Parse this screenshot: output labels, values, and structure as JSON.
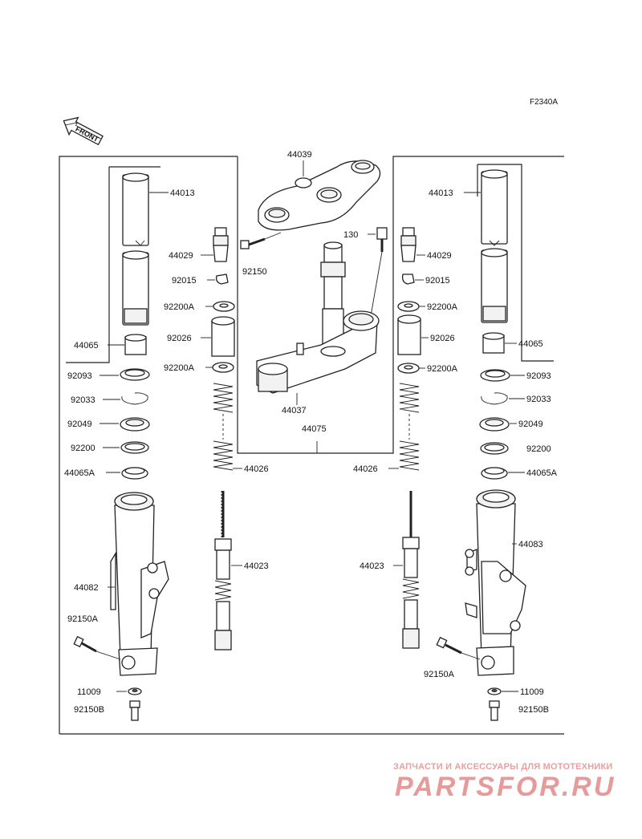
{
  "figure_code": "F2340A",
  "front_badge": "FRONT",
  "parts": {
    "upper_bracket": "44039",
    "bolt_130": "130",
    "steering_stem": "44037",
    "stem_assy": "44075",
    "left": {
      "inner_tube": "44013",
      "bushing_upper": "44065",
      "bolt_top": "44029",
      "clip": "92015",
      "washer_a_top": "92200A",
      "collar": "92026",
      "washer_a_bottom": "92200A",
      "spring": "44026",
      "seal_93": "92093",
      "circlip": "92033",
      "oil_seal": "92049",
      "washer": "92200",
      "bushing_lower": "44065A",
      "outer_tube": "44082",
      "bolt_150a": "92150A",
      "damper_rod": "44023",
      "gasket": "11009",
      "bolt_150b": "92150B",
      "pinch_bolt": "92150"
    },
    "right": {
      "inner_tube": "44013",
      "bushing_upper": "44065",
      "bolt_top": "44029",
      "clip": "92015",
      "washer_a_top": "92200A",
      "collar": "92026",
      "washer_a_bottom": "92200A",
      "spring": "44026",
      "seal_93": "92093",
      "circlip": "92033",
      "oil_seal": "92049",
      "washer": "92200",
      "bushing_lower": "44065A",
      "outer_tube": "44083",
      "bolt_150a": "92150A",
      "damper_rod": "44023",
      "gasket": "11009",
      "bolt_150b": "92150B"
    }
  },
  "watermark": {
    "tagline": "ЗАПЧАСТИ И АКСЕССУАРЫ ДЛЯ МОТОТЕХНИКИ",
    "brand": "PARTSFOR.RU"
  },
  "colors": {
    "line": "#222222",
    "watermark": "#e79a9a"
  }
}
